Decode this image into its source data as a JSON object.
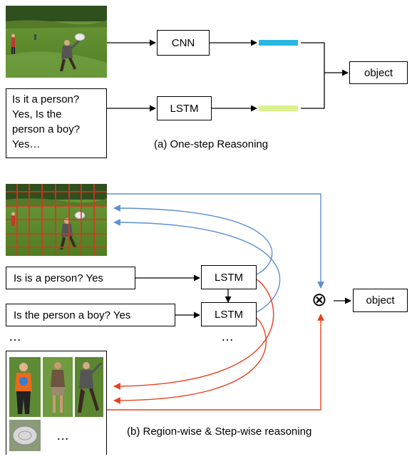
{
  "panel_a": {
    "caption": "(a) One-step Reasoning",
    "cnn_label": "CNN",
    "lstm_label": "LSTM",
    "object_label": "object",
    "dialog_lines": [
      "Is it a person?",
      "Yes, Is the",
      "person a boy?",
      "Yes…"
    ],
    "colors": {
      "cnn_feature": "#29b6e3",
      "lstm_feature": "#d9f28c"
    }
  },
  "panel_b": {
    "caption": "(b) Region-wise & Step-wise reasoning",
    "q1": "Is is a person? Yes",
    "q2": "Is the person a boy? Yes",
    "lstm1_label": "LSTM",
    "lstm2_label": "LSTM",
    "object_label": "object",
    "operator_symbol": "⊗",
    "ellipsis_left": "…",
    "ellipsis_mid": "…",
    "ellipsis_crops": "…",
    "colors": {
      "blue_arrow": "#5b8fd3",
      "red_arrow": "#e8401c",
      "grid": "#e53020"
    }
  }
}
